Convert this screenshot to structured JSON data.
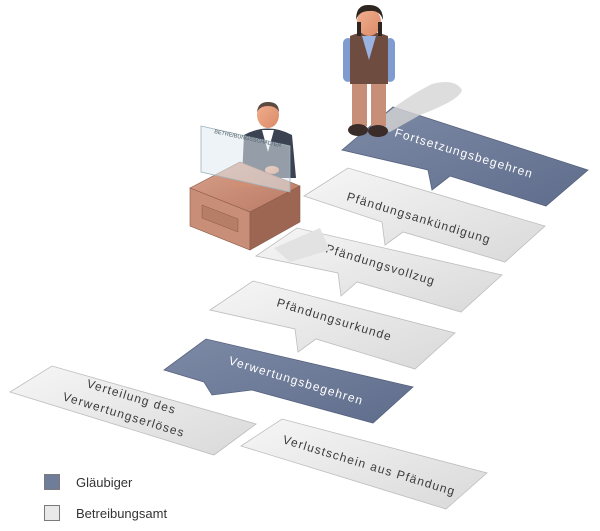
{
  "colors": {
    "glaeubiger": "#6f7d9a",
    "betreibungsamt": "#e9e9e9",
    "text_light": "#ffffff",
    "text_dark": "#3b3b3b"
  },
  "person_standing": {
    "icon": "person-standing-icon"
  },
  "official": {
    "icon": "official-at-desk-icon",
    "sign": "BETREIBUNGSSCHALTER"
  },
  "steps": [
    {
      "label": "Fortsetzungsbegehren",
      "actor": "glaeubiger"
    },
    {
      "label": "Pfändungsankündigung",
      "actor": "betreibungsamt"
    },
    {
      "label": "Pfändungsvollzug",
      "actor": "betreibungsamt"
    },
    {
      "label": "Pfändungsurkunde",
      "actor": "betreibungsamt"
    },
    {
      "label": "Verwertungsbegehren",
      "actor": "glaeubiger"
    },
    {
      "label_line1": "Verteilung des",
      "label_line2": "Verwertungserlöses",
      "actor": "betreibungsamt"
    },
    {
      "label": "Verlustschein aus Pfändung",
      "actor": "betreibungsamt"
    }
  ],
  "legend": [
    {
      "label": "Gläubiger",
      "color": "#6f7d9a"
    },
    {
      "label": "Betreibungsamt",
      "color": "#e9e9e9"
    }
  ]
}
